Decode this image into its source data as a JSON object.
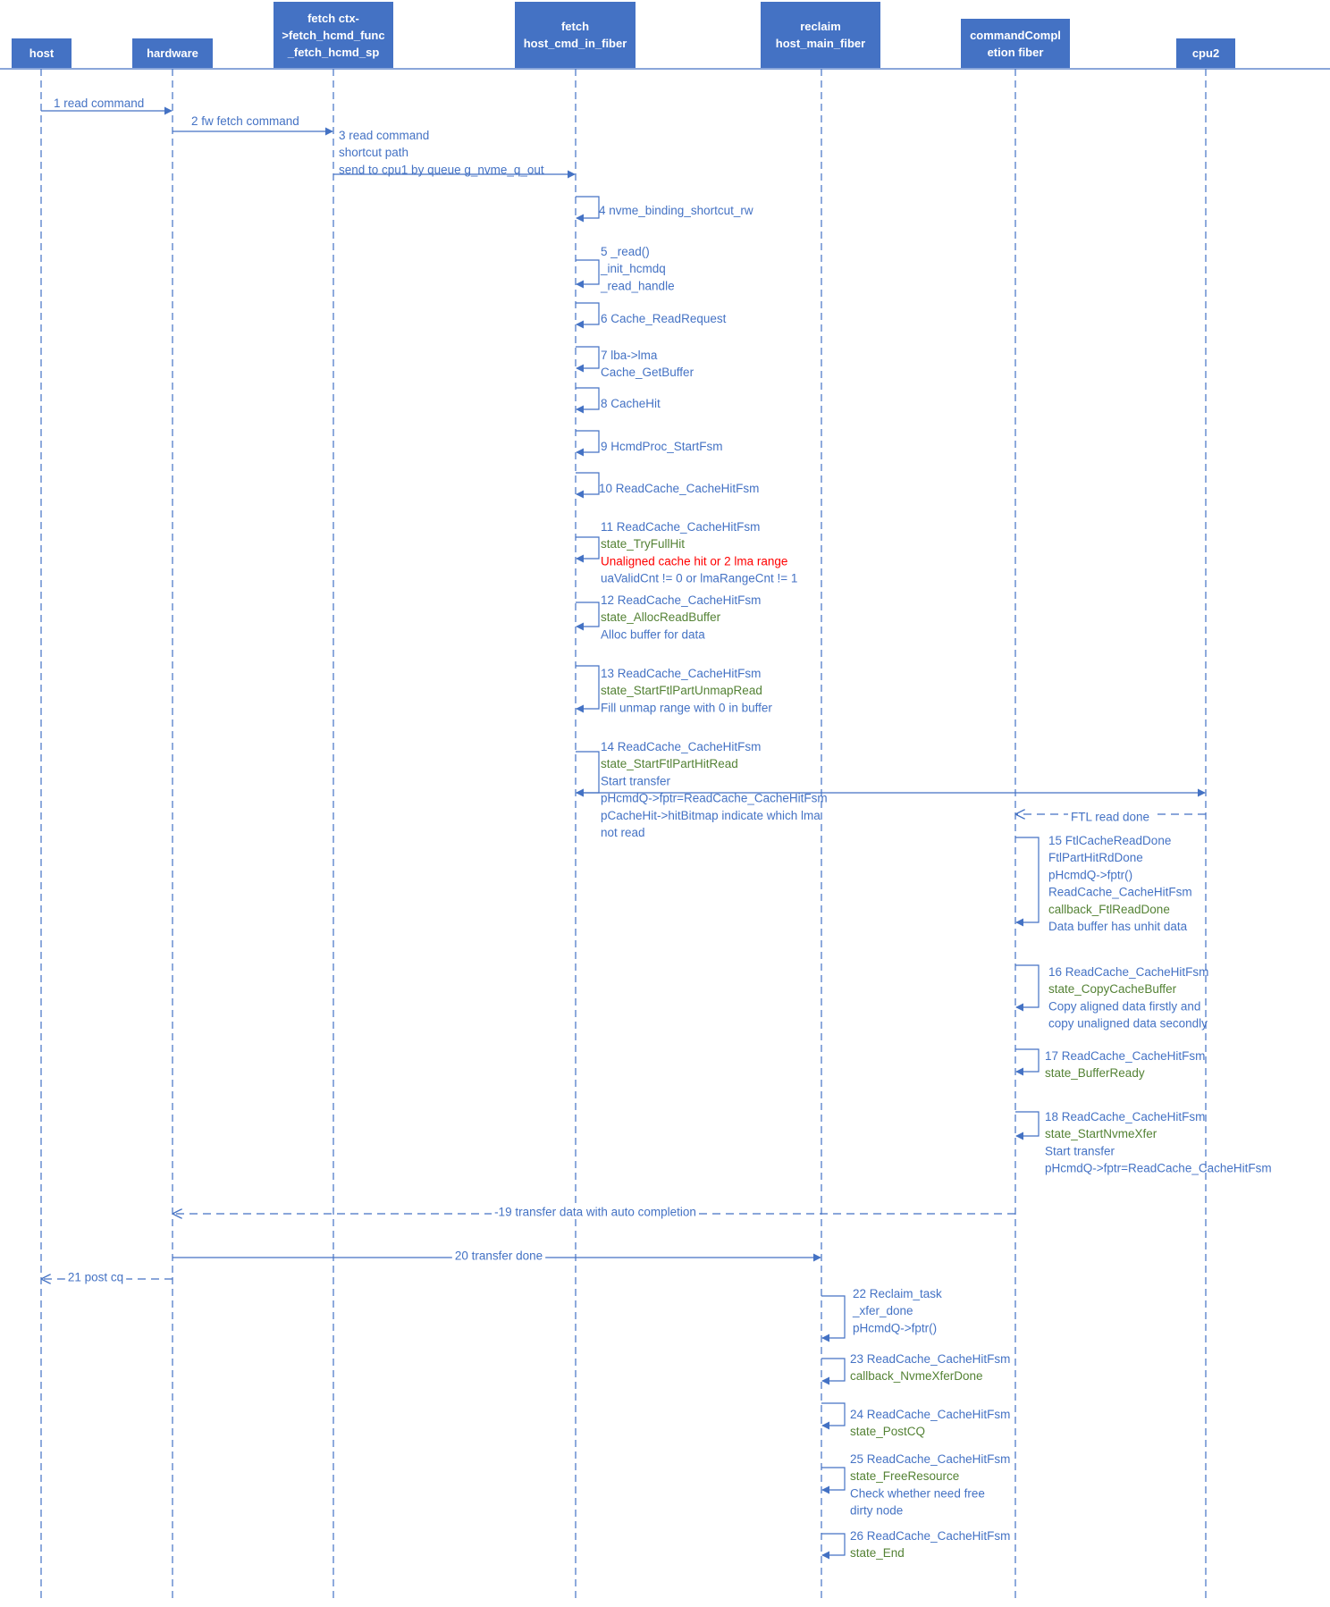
{
  "colors": {
    "line": "#4472c4",
    "header_bg": "#4472c4",
    "header_text": "#ffffff",
    "text_blue": "#4472c4",
    "text_green": "#548235",
    "text_red": "#ff0000"
  },
  "participants": [
    {
      "id": "host",
      "label": "host"
    },
    {
      "id": "hardware",
      "label": "hardware"
    },
    {
      "id": "fetch_ctx",
      "label": "fetch ctx-\n>fetch_hcmd_func\n_fetch_hcmd_sp"
    },
    {
      "id": "fetch",
      "label": "fetch\nhost_cmd_in_fiber"
    },
    {
      "id": "reclaim",
      "label": "reclaim\nhost_main_fiber"
    },
    {
      "id": "completion",
      "label": "commandCompl\netion fiber"
    },
    {
      "id": "cpu2",
      "label": "cpu2"
    }
  ],
  "messages": [
    {
      "id": "m1",
      "from": "host",
      "to": "hardware",
      "style": "solid",
      "lines": [
        {
          "text": "1 read command",
          "color": "blue"
        }
      ]
    },
    {
      "id": "m2",
      "from": "hardware",
      "to": "fetch_ctx",
      "style": "solid",
      "lines": [
        {
          "text": "2 fw fetch command",
          "color": "blue"
        }
      ]
    },
    {
      "id": "m3",
      "from": "fetch_ctx",
      "to": "fetch",
      "style": "solid",
      "lines": [
        {
          "text": "3 read command",
          "color": "blue"
        },
        {
          "text": "shortcut path",
          "color": "blue"
        },
        {
          "text": "send to cpu1 by queue g_nvme_q_out",
          "color": "blue"
        }
      ]
    },
    {
      "id": "m4",
      "from": "fetch",
      "to": "fetch",
      "style": "self",
      "lines": [
        {
          "text": "4 nvme_binding_shortcut_rw",
          "color": "blue"
        }
      ]
    },
    {
      "id": "m5",
      "from": "fetch",
      "to": "fetch",
      "style": "self",
      "lines": [
        {
          "text": "5 _read()",
          "color": "blue"
        },
        {
          "text": "_init_hcmdq",
          "color": "blue"
        },
        {
          "text": "_read_handle",
          "color": "blue"
        }
      ]
    },
    {
      "id": "m6",
      "from": "fetch",
      "to": "fetch",
      "style": "self",
      "lines": [
        {
          "text": "6 Cache_ReadRequest",
          "color": "blue"
        }
      ]
    },
    {
      "id": "m7",
      "from": "fetch",
      "to": "fetch",
      "style": "self",
      "lines": [
        {
          "text": "7 lba->lma",
          "color": "blue"
        },
        {
          "text": "Cache_GetBuffer",
          "color": "blue"
        }
      ]
    },
    {
      "id": "m8",
      "from": "fetch",
      "to": "fetch",
      "style": "self",
      "lines": [
        {
          "text": "8 CacheHit",
          "color": "blue"
        }
      ]
    },
    {
      "id": "m9",
      "from": "fetch",
      "to": "fetch",
      "style": "self",
      "lines": [
        {
          "text": "9 HcmdProc_StartFsm",
          "color": "blue"
        }
      ]
    },
    {
      "id": "m10",
      "from": "fetch",
      "to": "fetch",
      "style": "self",
      "lines": [
        {
          "text": "10 ReadCache_CacheHitFsm",
          "color": "blue"
        }
      ]
    },
    {
      "id": "m11",
      "from": "fetch",
      "to": "fetch",
      "style": "self",
      "lines": [
        {
          "text": "11 ReadCache_CacheHitFsm",
          "color": "blue"
        },
        {
          "text": "state_TryFullHit",
          "color": "green"
        },
        {
          "text": "Unaligned cache hit or 2 lma range",
          "color": "red"
        },
        {
          "text": "uaValidCnt != 0 or lmaRangeCnt != 1",
          "color": "blue"
        }
      ]
    },
    {
      "id": "m12",
      "from": "fetch",
      "to": "fetch",
      "style": "self",
      "lines": [
        {
          "text": "12 ReadCache_CacheHitFsm",
          "color": "blue"
        },
        {
          "text": "state_AllocReadBuffer",
          "color": "green"
        },
        {
          "text": "Alloc buffer for data",
          "color": "blue"
        }
      ]
    },
    {
      "id": "m13",
      "from": "fetch",
      "to": "fetch",
      "style": "self",
      "lines": [
        {
          "text": "13 ReadCache_CacheHitFsm",
          "color": "blue"
        },
        {
          "text": "state_StartFtlPartUnmapRead",
          "color": "green"
        },
        {
          "text": "Fill unmap range with 0 in buffer",
          "color": "blue"
        }
      ]
    },
    {
      "id": "m14",
      "from": "fetch",
      "to": "fetch",
      "style": "self",
      "lines": [
        {
          "text": "14 ReadCache_CacheHitFsm",
          "color": "blue"
        },
        {
          "text": "state_StartFtlPartHitRead",
          "color": "green"
        },
        {
          "text": "Start transfer",
          "color": "blue"
        },
        {
          "text": "pHcmdQ->fptr=ReadCache_CacheHitFsm",
          "color": "blue"
        },
        {
          "text": "pCacheHit->hitBitmap indicate which lma",
          "color": "blue"
        },
        {
          "text": "not read",
          "color": "blue"
        }
      ]
    },
    {
      "id": "m14b",
      "from": "fetch",
      "to": "cpu2",
      "style": "double",
      "lines": []
    },
    {
      "id": "mftl",
      "from": "cpu2",
      "to": "completion",
      "style": "dashed",
      "lines": [
        {
          "text": "FTL read done",
          "color": "blue"
        }
      ]
    },
    {
      "id": "m15",
      "from": "completion",
      "to": "completion",
      "style": "self",
      "lines": [
        {
          "text": "15 FtlCacheReadDone",
          "color": "blue"
        },
        {
          "text": "FtlPartHitRdDone",
          "color": "blue"
        },
        {
          "text": "pHcmdQ->fptr()",
          "color": "blue"
        },
        {
          "text": "ReadCache_CacheHitFsm",
          "color": "blue"
        },
        {
          "text": "callback_FtlReadDone",
          "color": "green"
        },
        {
          "text": "Data buffer has unhit data",
          "color": "blue"
        }
      ]
    },
    {
      "id": "m16",
      "from": "completion",
      "to": "completion",
      "style": "self",
      "lines": [
        {
          "text": "16 ReadCache_CacheHitFsm",
          "color": "blue"
        },
        {
          "text": "state_CopyCacheBuffer",
          "color": "green"
        },
        {
          "text": "Copy aligned data firstly and",
          "color": "blue"
        },
        {
          "text": "copy unaligned data secondly",
          "color": "blue"
        }
      ]
    },
    {
      "id": "m17",
      "from": "completion",
      "to": "completion",
      "style": "self",
      "lines": [
        {
          "text": "17 ReadCache_CacheHitFsm",
          "color": "blue"
        },
        {
          "text": "state_BufferReady",
          "color": "green"
        }
      ]
    },
    {
      "id": "m18",
      "from": "completion",
      "to": "completion",
      "style": "self",
      "lines": [
        {
          "text": "18 ReadCache_CacheHitFsm",
          "color": "blue"
        },
        {
          "text": "state_StartNvmeXfer",
          "color": "green"
        },
        {
          "text": "Start transfer",
          "color": "blue"
        },
        {
          "text": "pHcmdQ->fptr=ReadCache_CacheHitFsm",
          "color": "blue"
        }
      ]
    },
    {
      "id": "m19",
      "from": "completion",
      "to": "hardware",
      "style": "dashed",
      "lines": [
        {
          "text": "-19 transfer data with auto completion",
          "color": "blue"
        }
      ]
    },
    {
      "id": "m20",
      "from": "hardware",
      "to": "reclaim",
      "style": "solid",
      "lines": [
        {
          "text": "20 transfer done",
          "color": "blue"
        }
      ]
    },
    {
      "id": "m21",
      "from": "hardware",
      "to": "host",
      "style": "dashed",
      "lines": [
        {
          "text": "21 post cq",
          "color": "blue"
        }
      ]
    },
    {
      "id": "m22",
      "from": "reclaim",
      "to": "reclaim",
      "style": "self",
      "lines": [
        {
          "text": "22 Reclaim_task",
          "color": "blue"
        },
        {
          "text": "_xfer_done",
          "color": "blue"
        },
        {
          "text": "pHcmdQ->fptr()",
          "color": "blue"
        }
      ]
    },
    {
      "id": "m23",
      "from": "reclaim",
      "to": "reclaim",
      "style": "self",
      "lines": [
        {
          "text": "23 ReadCache_CacheHitFsm",
          "color": "blue"
        },
        {
          "text": "callback_NvmeXferDone",
          "color": "green"
        }
      ]
    },
    {
      "id": "m24",
      "from": "reclaim",
      "to": "reclaim",
      "style": "self",
      "lines": [
        {
          "text": "24 ReadCache_CacheHitFsm",
          "color": "blue"
        },
        {
          "text": "state_PostCQ",
          "color": "green"
        }
      ]
    },
    {
      "id": "m25",
      "from": "reclaim",
      "to": "reclaim",
      "style": "self",
      "lines": [
        {
          "text": "25 ReadCache_CacheHitFsm",
          "color": "blue"
        },
        {
          "text": "state_FreeResource",
          "color": "green"
        },
        {
          "text": "Check whether need free",
          "color": "blue"
        },
        {
          "text": "dirty node",
          "color": "blue"
        }
      ]
    },
    {
      "id": "m26",
      "from": "reclaim",
      "to": "reclaim",
      "style": "self",
      "lines": [
        {
          "text": "26 ReadCache_CacheHitFsm",
          "color": "blue"
        },
        {
          "text": "state_End",
          "color": "green"
        }
      ]
    }
  ]
}
